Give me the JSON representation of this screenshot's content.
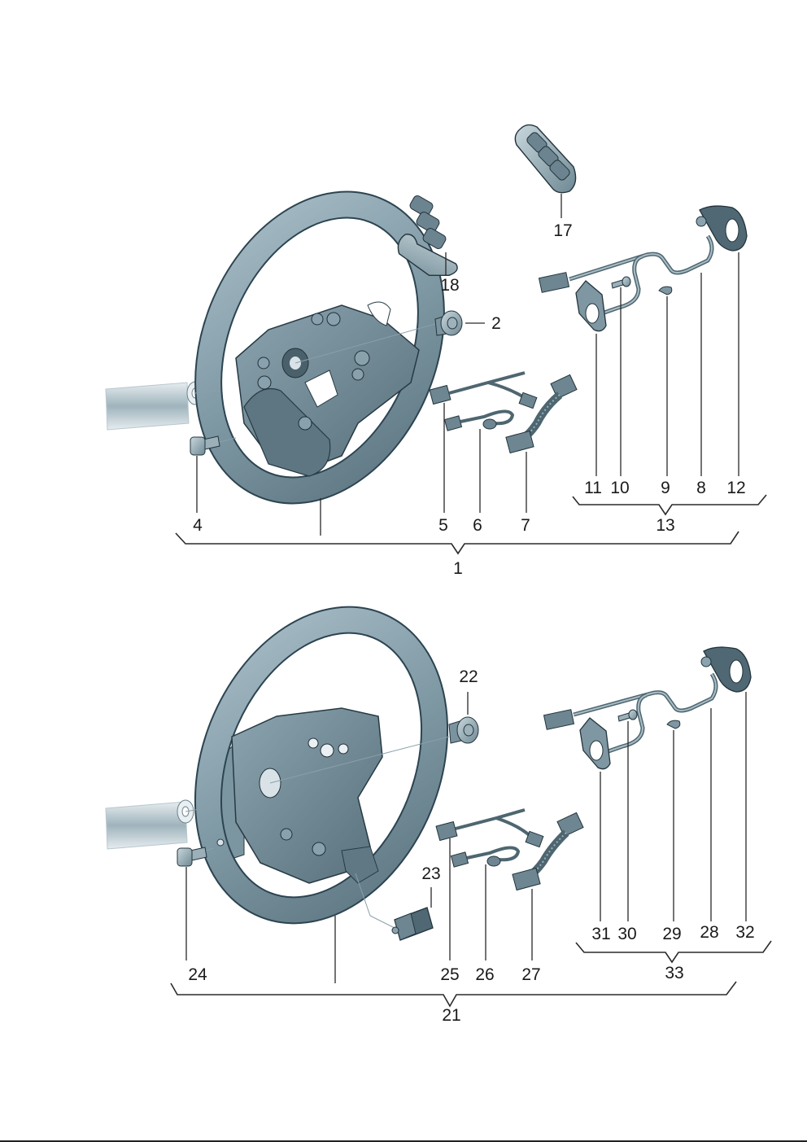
{
  "diagram": {
    "title": "Steering wheel exploded parts diagram",
    "colors": {
      "part_fill": "#7e98a4",
      "part_dark": "#4d6570",
      "part_light": "#b8cad2",
      "line": "#2a2a2a"
    },
    "upper_assembly": {
      "group_label": "1",
      "subgroup_label": "13",
      "callouts": [
        {
          "id": "steering-wheel",
          "label": ""
        },
        {
          "id": "bolt",
          "label": "2"
        },
        {
          "id": "screw",
          "label": "4"
        },
        {
          "id": "harness-a",
          "label": "5"
        },
        {
          "id": "harness-b",
          "label": "6"
        },
        {
          "id": "ribbon-cable",
          "label": "7"
        },
        {
          "id": "wiring-loom",
          "label": "8"
        },
        {
          "id": "clip",
          "label": "9"
        },
        {
          "id": "small-screw",
          "label": "10"
        },
        {
          "id": "left-switch-plate",
          "label": "11"
        },
        {
          "id": "right-switch-plate",
          "label": "12"
        },
        {
          "id": "switch-cap-right",
          "label": "17"
        },
        {
          "id": "switch-cap-left",
          "label": "18"
        }
      ]
    },
    "lower_assembly": {
      "group_label": "21",
      "subgroup_label": "33",
      "callouts": [
        {
          "id": "bolt",
          "label": "22"
        },
        {
          "id": "control-unit",
          "label": "23"
        },
        {
          "id": "screw",
          "label": "24"
        },
        {
          "id": "harness-a",
          "label": "25"
        },
        {
          "id": "harness-b",
          "label": "26"
        },
        {
          "id": "ribbon-cable",
          "label": "27"
        },
        {
          "id": "wiring-loom",
          "label": "28"
        },
        {
          "id": "clip",
          "label": "29"
        },
        {
          "id": "small-screw",
          "label": "30"
        },
        {
          "id": "left-switch-plate",
          "label": "31"
        },
        {
          "id": "right-switch-plate",
          "label": "32"
        }
      ]
    }
  }
}
